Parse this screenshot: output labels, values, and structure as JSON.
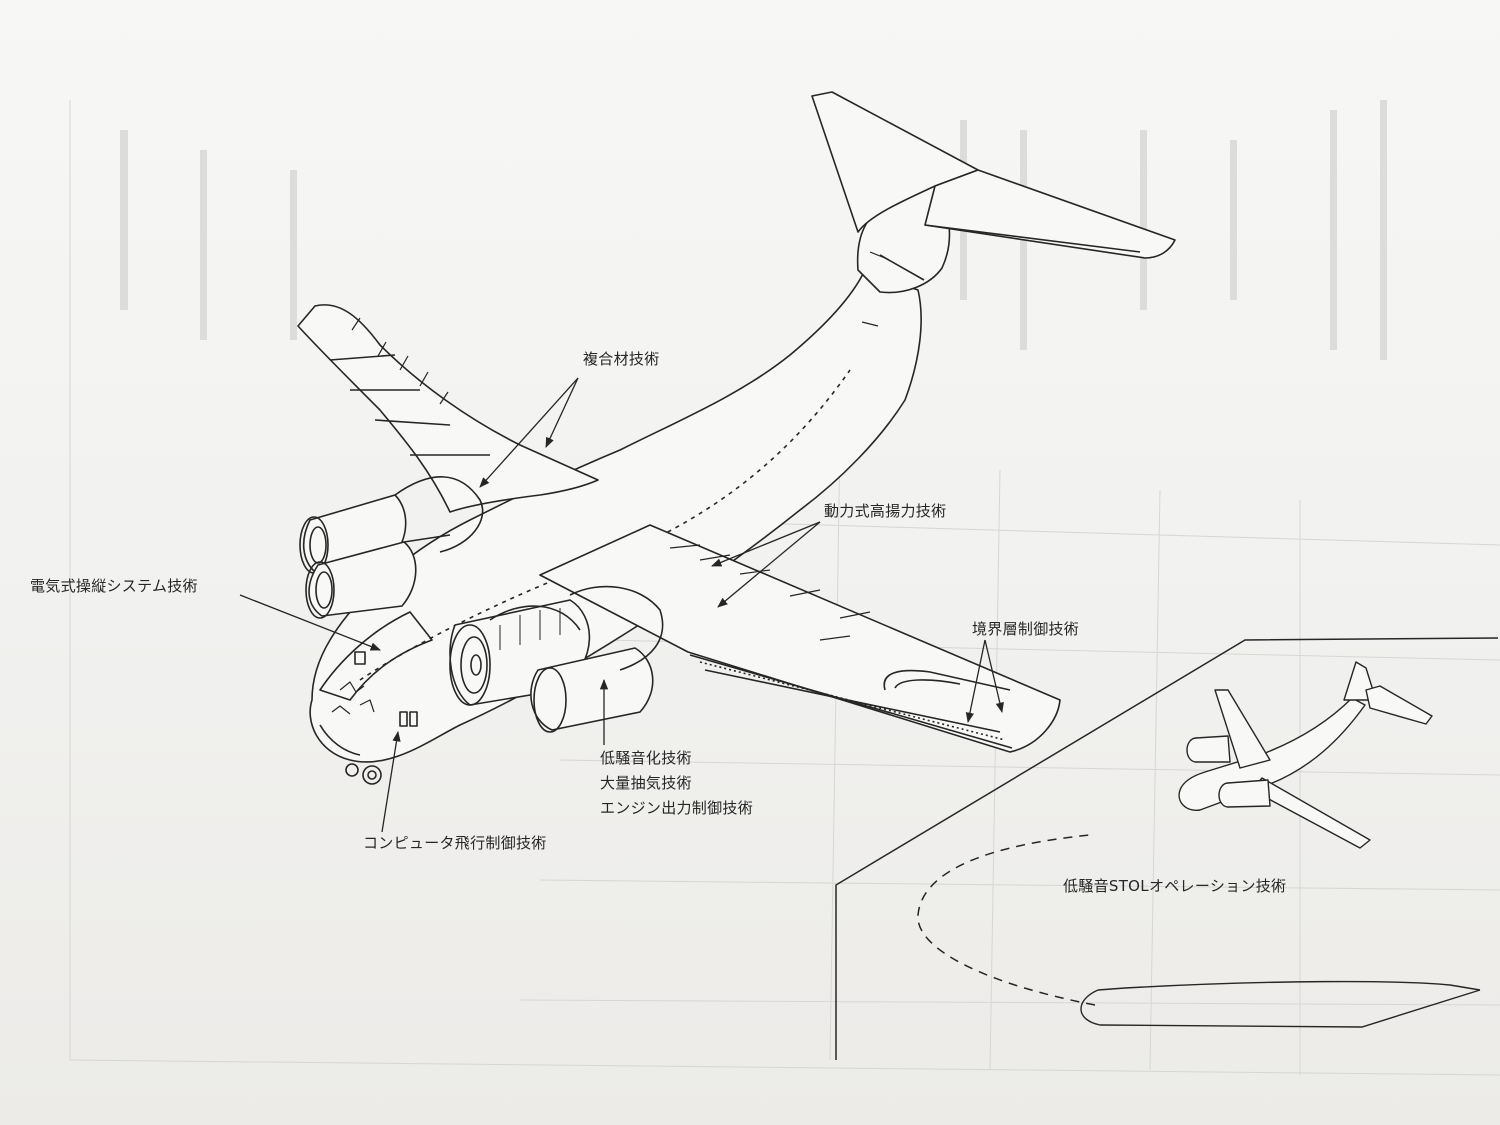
{
  "labels": {
    "composites": "複合材技術",
    "powered_lift": "動力式高揚力技術",
    "boundary_layer": "境界層制御技術",
    "fly_by_wire": "電気式操縦システム技術",
    "computer_flight": "コンピュータ飛行制御技術",
    "noise_reduction": "低騒音化技術",
    "bleed_air": "大量抽気技術",
    "engine_control": "エンジン出力制御技術",
    "stol_operation": "低騒音STOLオペレーション技術"
  },
  "colors": {
    "ink": "#262626",
    "paper": "#f3f3f1",
    "show_through": "#d2d2d0"
  },
  "icons": {
    "main_illustration": "cutaway-transport-aircraft",
    "inset_illustration": "stol-aircraft-on-approach"
  }
}
